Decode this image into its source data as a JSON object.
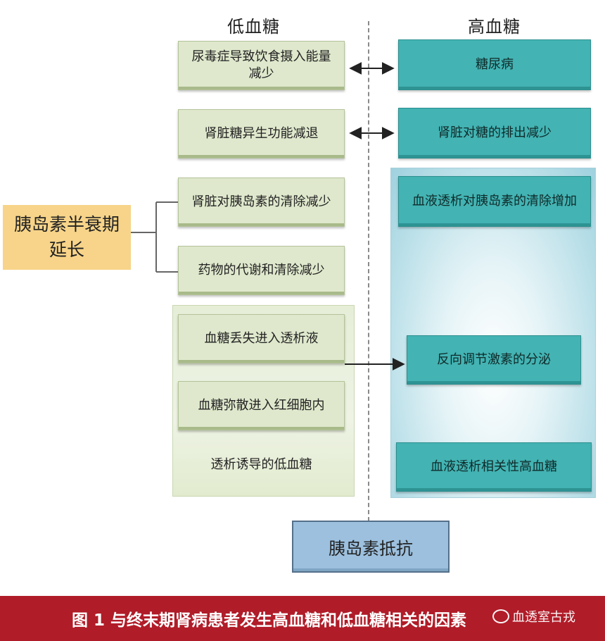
{
  "header": {
    "left_title": "低血糖",
    "right_title": "高血糖"
  },
  "left_boxes": [
    "尿毒症导致饮食摄入能量减少",
    "肾脏糖异生功能减退",
    "肾脏对胰岛素的清除减少",
    "药物的代谢和清除减少",
    "血糖丢失进入透析液",
    "血糖弥散进入红细胞内"
  ],
  "left_panel_label": "透析诱导的低血糖",
  "right_boxes": [
    "糖尿病",
    "肾脏对糖的排出减少",
    "血液透析对胰岛素的清除增加",
    "反向调节激素的分泌"
  ],
  "right_panel_label": "血液透析相关性高血糖",
  "orange_box": "胰岛素半衰期延长",
  "bottom_box": "胰岛素抵抗",
  "caption": "图 1  与终末期肾病患者发生高血糖和低血糖相关的因素",
  "watermark": "血透室古戎",
  "colors": {
    "green_box": "#dfe8cc",
    "teal_box": "#43b3b3",
    "orange_box": "#f7d489",
    "blue_box": "#9cc0de",
    "caption_bar": "#b01c28"
  }
}
